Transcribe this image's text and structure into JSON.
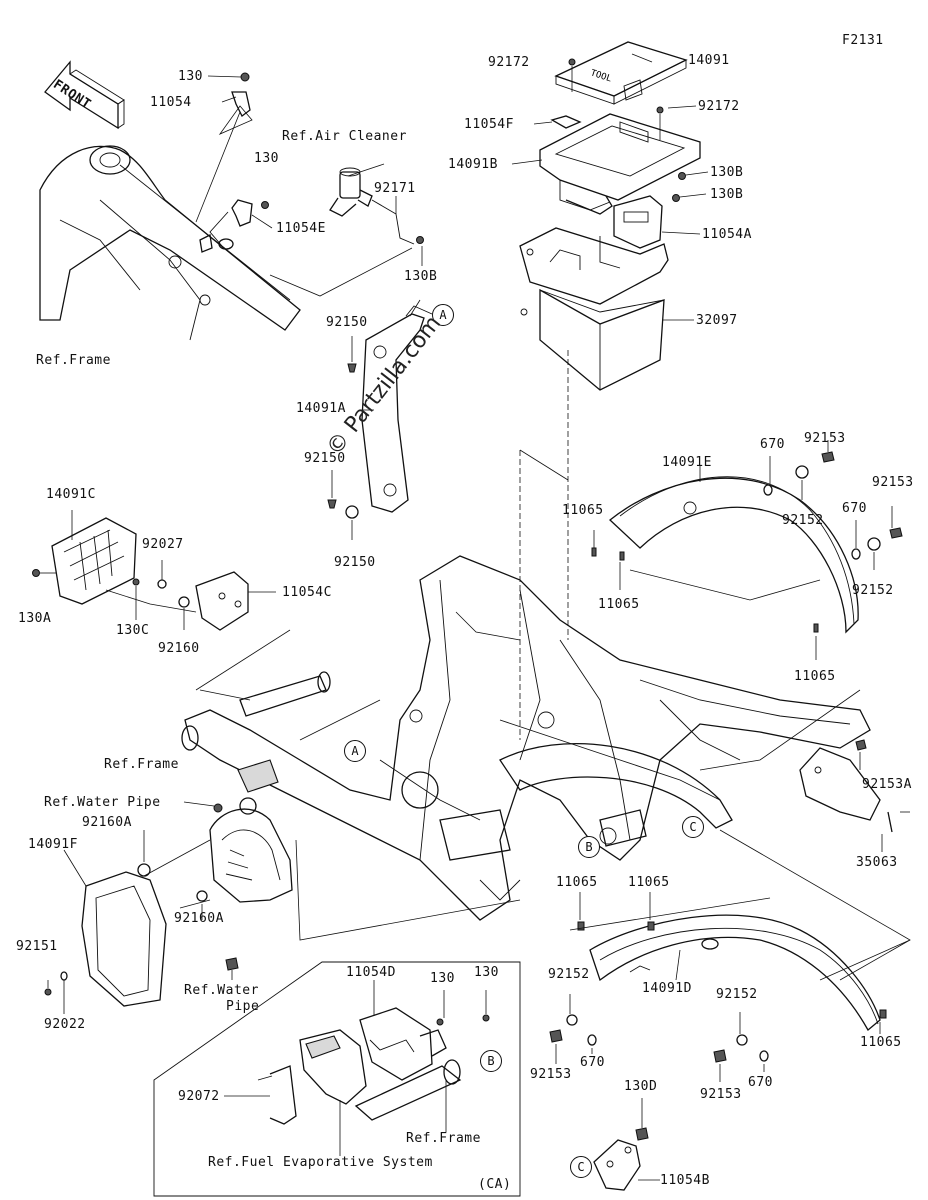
{
  "figure_id": "F2131",
  "watermark": "© Partzilla.com",
  "front_arrow": "FRONT",
  "part_labels": {
    "p130_a": "130",
    "p11054": "11054",
    "p130_b": "130",
    "p11054E": "11054E",
    "ref_air_cleaner": "Ref.Air Cleaner",
    "p92171": "92171",
    "p130B_a": "130B",
    "ref_frame_a": "Ref.Frame",
    "p92172_a": "92172",
    "p14091": "14091",
    "p92172_b": "92172",
    "p11054F": "11054F",
    "p14091B": "14091B",
    "p130B_b": "130B",
    "p130B_c": "130B",
    "p11054A": "11054A",
    "p32097": "32097",
    "p92150_a": "92150",
    "p14091A": "14091A",
    "p92150_b": "92150",
    "p92150_c": "92150",
    "p92153_a": "92153",
    "p14091E": "14091E",
    "p670_a": "670",
    "p11065_a": "11065",
    "p92152_a": "92152",
    "p670_b": "670",
    "p92153_b": "92153",
    "p11065_b": "11065",
    "p92152_b": "92152",
    "p11065_c": "11065",
    "p14091C": "14091C",
    "p92027": "92027",
    "p11054C": "11054C",
    "p130A": "130A",
    "p130C": "130C",
    "p92160": "92160",
    "ref_frame_b": "Ref.Frame",
    "ref_water_pipe_a": "Ref.Water Pipe",
    "p92160A_a": "92160A",
    "p14091F": "14091F",
    "p92160A_b": "92160A",
    "p92151": "92151",
    "p92022": "92022",
    "ref_water_pipe_b1": "Ref.Water",
    "ref_water_pipe_b2": "Pipe",
    "p92153A": "92153A",
    "p35063": "35063",
    "p11065_d": "11065",
    "p11065_e": "11065",
    "p92152_c": "92152",
    "p670_c": "670",
    "p14091D": "14091D",
    "p92153_c": "92153",
    "p92152_d": "92152",
    "p670_d": "670",
    "p92153_d": "92153",
    "p11065_f": "11065",
    "p11054D": "11054D",
    "p130_c": "130",
    "p130_d": "130",
    "p92072": "92072",
    "ref_frame_c": "Ref.Frame",
    "ref_fuel_evap": "Ref.Fuel Evaporative System",
    "ca_note": "(CA)",
    "p130D": "130D",
    "p11054B": "11054B"
  },
  "callouts": {
    "A_top": "A",
    "A_frame": "A",
    "B_inset": "B",
    "B_frame": "B",
    "C_frame": "C",
    "C_bottom": "C"
  }
}
